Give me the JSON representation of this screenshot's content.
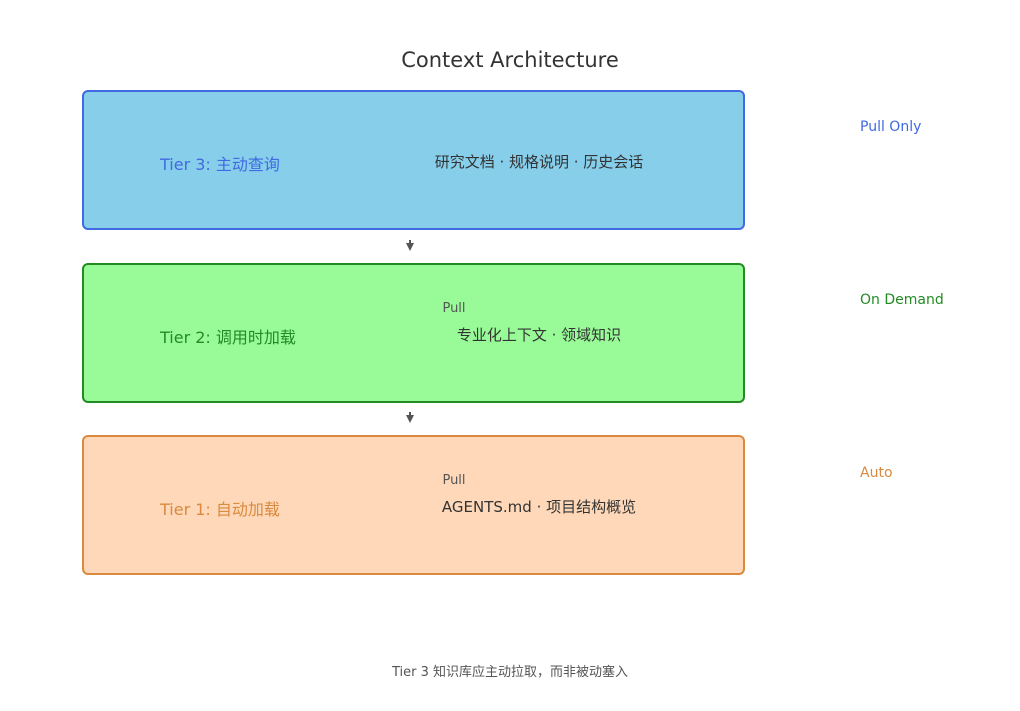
{
  "title": "Context Architecture",
  "tiers": [
    {
      "name": "Tier 3: 主动查询",
      "contents": "研究文档 · 规格说明 · 历史会话",
      "side_label": "Pull Only",
      "color": "#4169e1",
      "fill": "#87ceeb"
    },
    {
      "name": "Tier 2: 调用时加载",
      "contents": "专业化上下文 · 领域知识",
      "side_label": "On Demand",
      "edge_label": "Pull",
      "color": "#228b22",
      "fill": "#98fb98"
    },
    {
      "name": "Tier 1: 自动加载",
      "contents": "AGENTS.md · 项目结构概览",
      "side_label": "Auto",
      "edge_label": "Pull",
      "color": "#d98a3e",
      "fill": "#fed8b8"
    }
  ],
  "footnote": "Tier 3 知识库应主动拉取，而非被动塞入",
  "icons": [
    "arrow-down-icon"
  ]
}
